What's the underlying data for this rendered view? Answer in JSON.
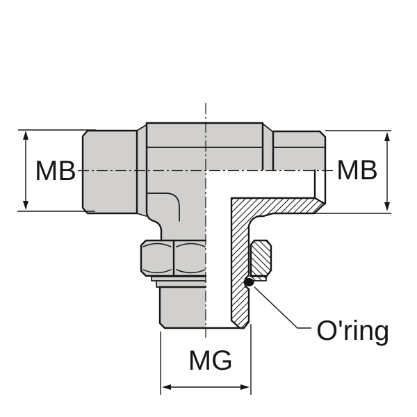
{
  "drawing": {
    "type": "technical-section-drawing",
    "subject": "tee-fitting-with-oring-stud",
    "labels": {
      "port_left": "MB",
      "port_right": "MB",
      "stud_thread": "MG",
      "seal": "O'ring"
    },
    "colors": {
      "part_fill": "#d1d0ce",
      "line": "#161616",
      "background": "#ffffff",
      "seal_fill": "#111111"
    }
  }
}
